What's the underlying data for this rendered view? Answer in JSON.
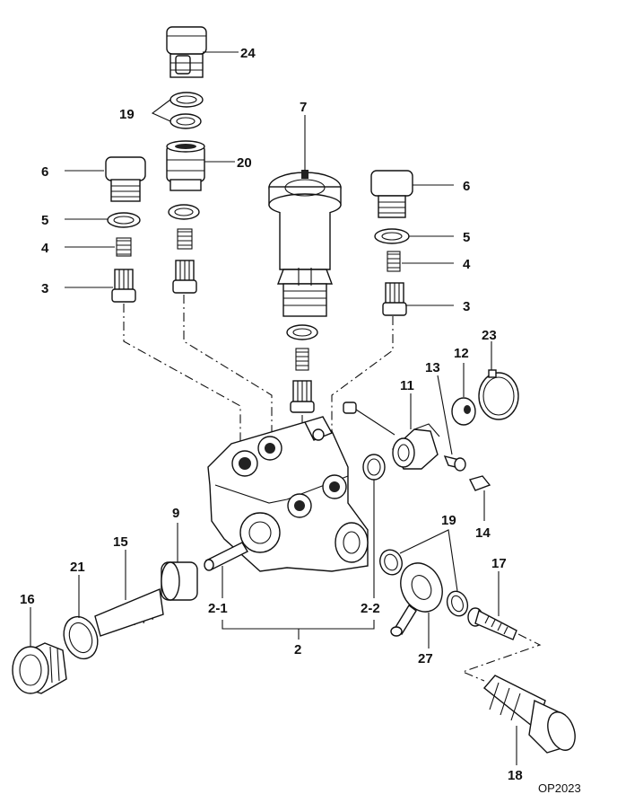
{
  "figure_code": "OP2023",
  "callouts": {
    "p24": "24",
    "p19a": "19",
    "p7": "7",
    "p6a": "6",
    "p20": "20",
    "p6b": "6",
    "p5a": "5",
    "p5b": "5",
    "p4a": "4",
    "p4b": "4",
    "p3a": "3",
    "p3b": "3",
    "p12": "12",
    "p23": "23",
    "p11": "11",
    "p13": "13",
    "p14": "14",
    "p9": "9",
    "p15": "15",
    "p21": "21",
    "p16": "16",
    "p2_1": "2-1",
    "p2_2": "2-2",
    "p2": "2",
    "p19b": "19",
    "p17": "17",
    "p27": "27",
    "p18": "18"
  }
}
